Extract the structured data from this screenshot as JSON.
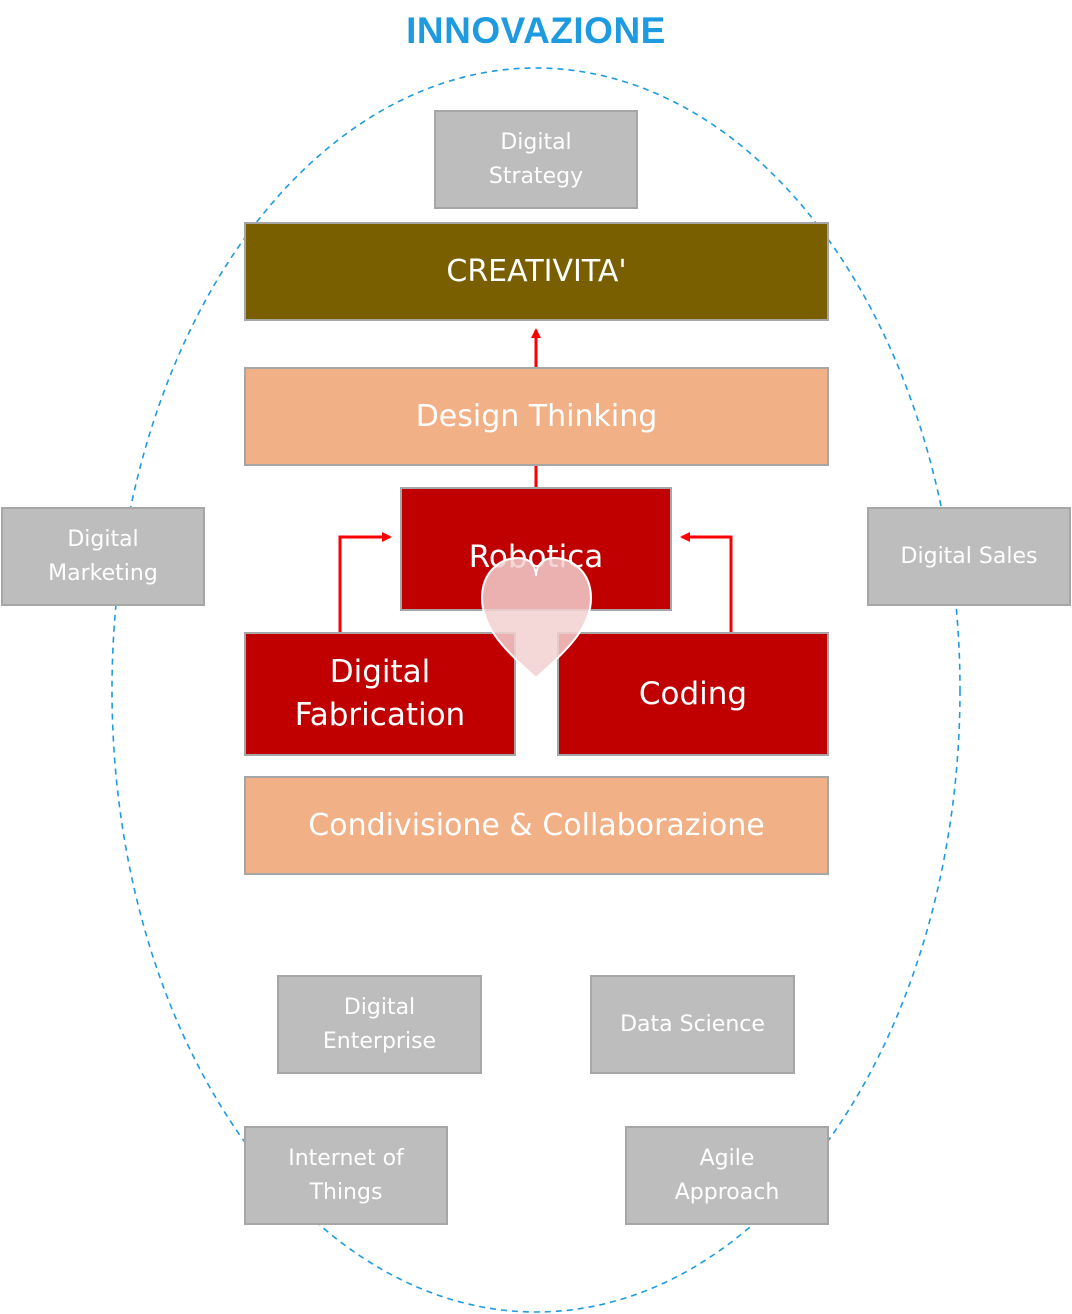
{
  "title": "INNOVAZIONE",
  "colors": {
    "title": "#1e9be0",
    "ellipse": "#1e9be0",
    "creativita": "#7a5f00",
    "peach": "#f2b086",
    "red": "#c00000",
    "gray": "#bdbdbd",
    "arrow": "#ff0000",
    "heart_fill": "#f2d0d0"
  },
  "outer": {
    "digital_strategy": "Digital\nStrategy",
    "digital_marketing": "Digital\nMarketing",
    "digital_sales": "Digital Sales",
    "digital_enterprise": "Digital\nEnterprise",
    "data_science": "Data Science",
    "internet_of_things": "Internet of\nThings",
    "agile_approach": "Agile\nApproach"
  },
  "core": {
    "creativita": "CREATIVITA'",
    "design_thinking": "Design Thinking",
    "robotica": "Robotica",
    "digital_fabrication": "Digital\nFabrication",
    "coding": "Coding",
    "condivisione": "Condivisione & Collaborazione"
  },
  "icons": {
    "heart": "heart-icon"
  }
}
